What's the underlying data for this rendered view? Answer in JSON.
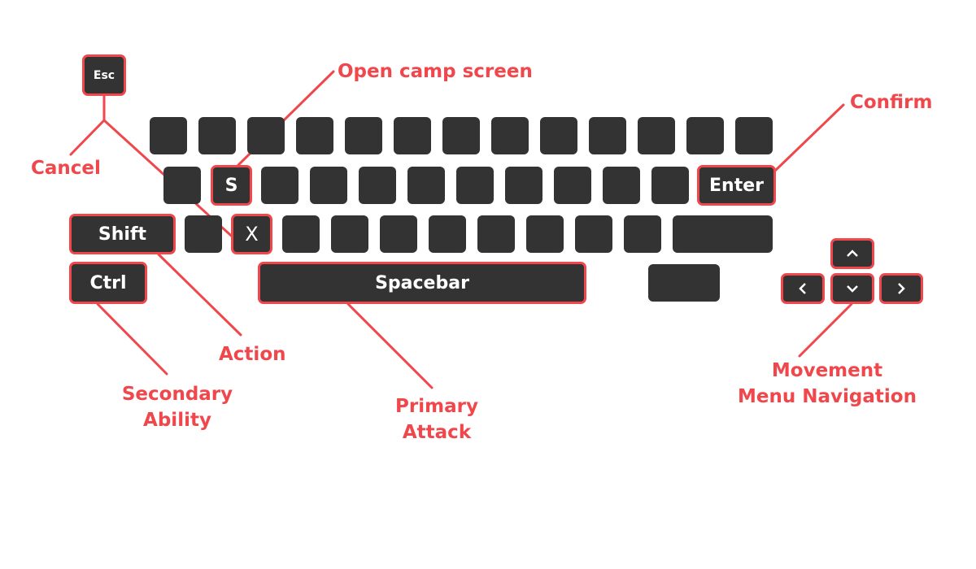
{
  "keys": {
    "esc": "Esc",
    "s": "S",
    "x": "X",
    "shift": "Shift",
    "ctrl": "Ctrl",
    "enter": "Enter",
    "spacebar": "Spacebar"
  },
  "arrow_icons": [
    "arrow-up-icon",
    "arrow-left-icon",
    "arrow-down-icon",
    "arrow-right-icon"
  ],
  "labels": {
    "open_camp": "Open camp screen",
    "confirm": "Confirm",
    "cancel": "Cancel",
    "action": "Action",
    "secondary": [
      "Secondary",
      "Ability"
    ],
    "primary": [
      "Primary",
      "Attack"
    ],
    "movement": [
      "Movement",
      "Menu Navigation"
    ]
  },
  "colors": {
    "key": "#333333",
    "highlight": "#f0474c",
    "key_text": "#ffffff"
  }
}
